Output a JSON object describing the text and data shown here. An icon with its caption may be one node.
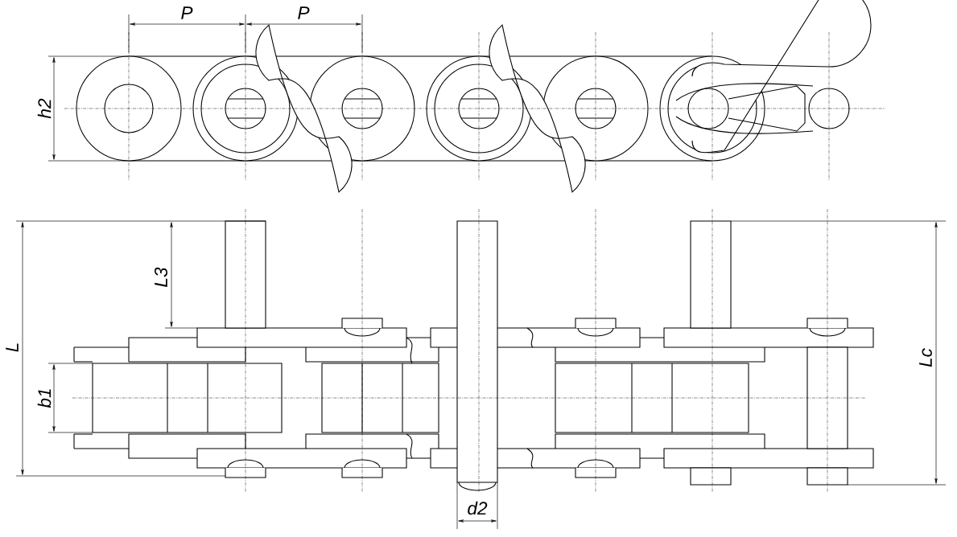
{
  "diagram": {
    "labels": [
      "P",
      "P",
      "h2",
      "L3",
      "L",
      "b1",
      "Lc",
      "d2"
    ]
  }
}
